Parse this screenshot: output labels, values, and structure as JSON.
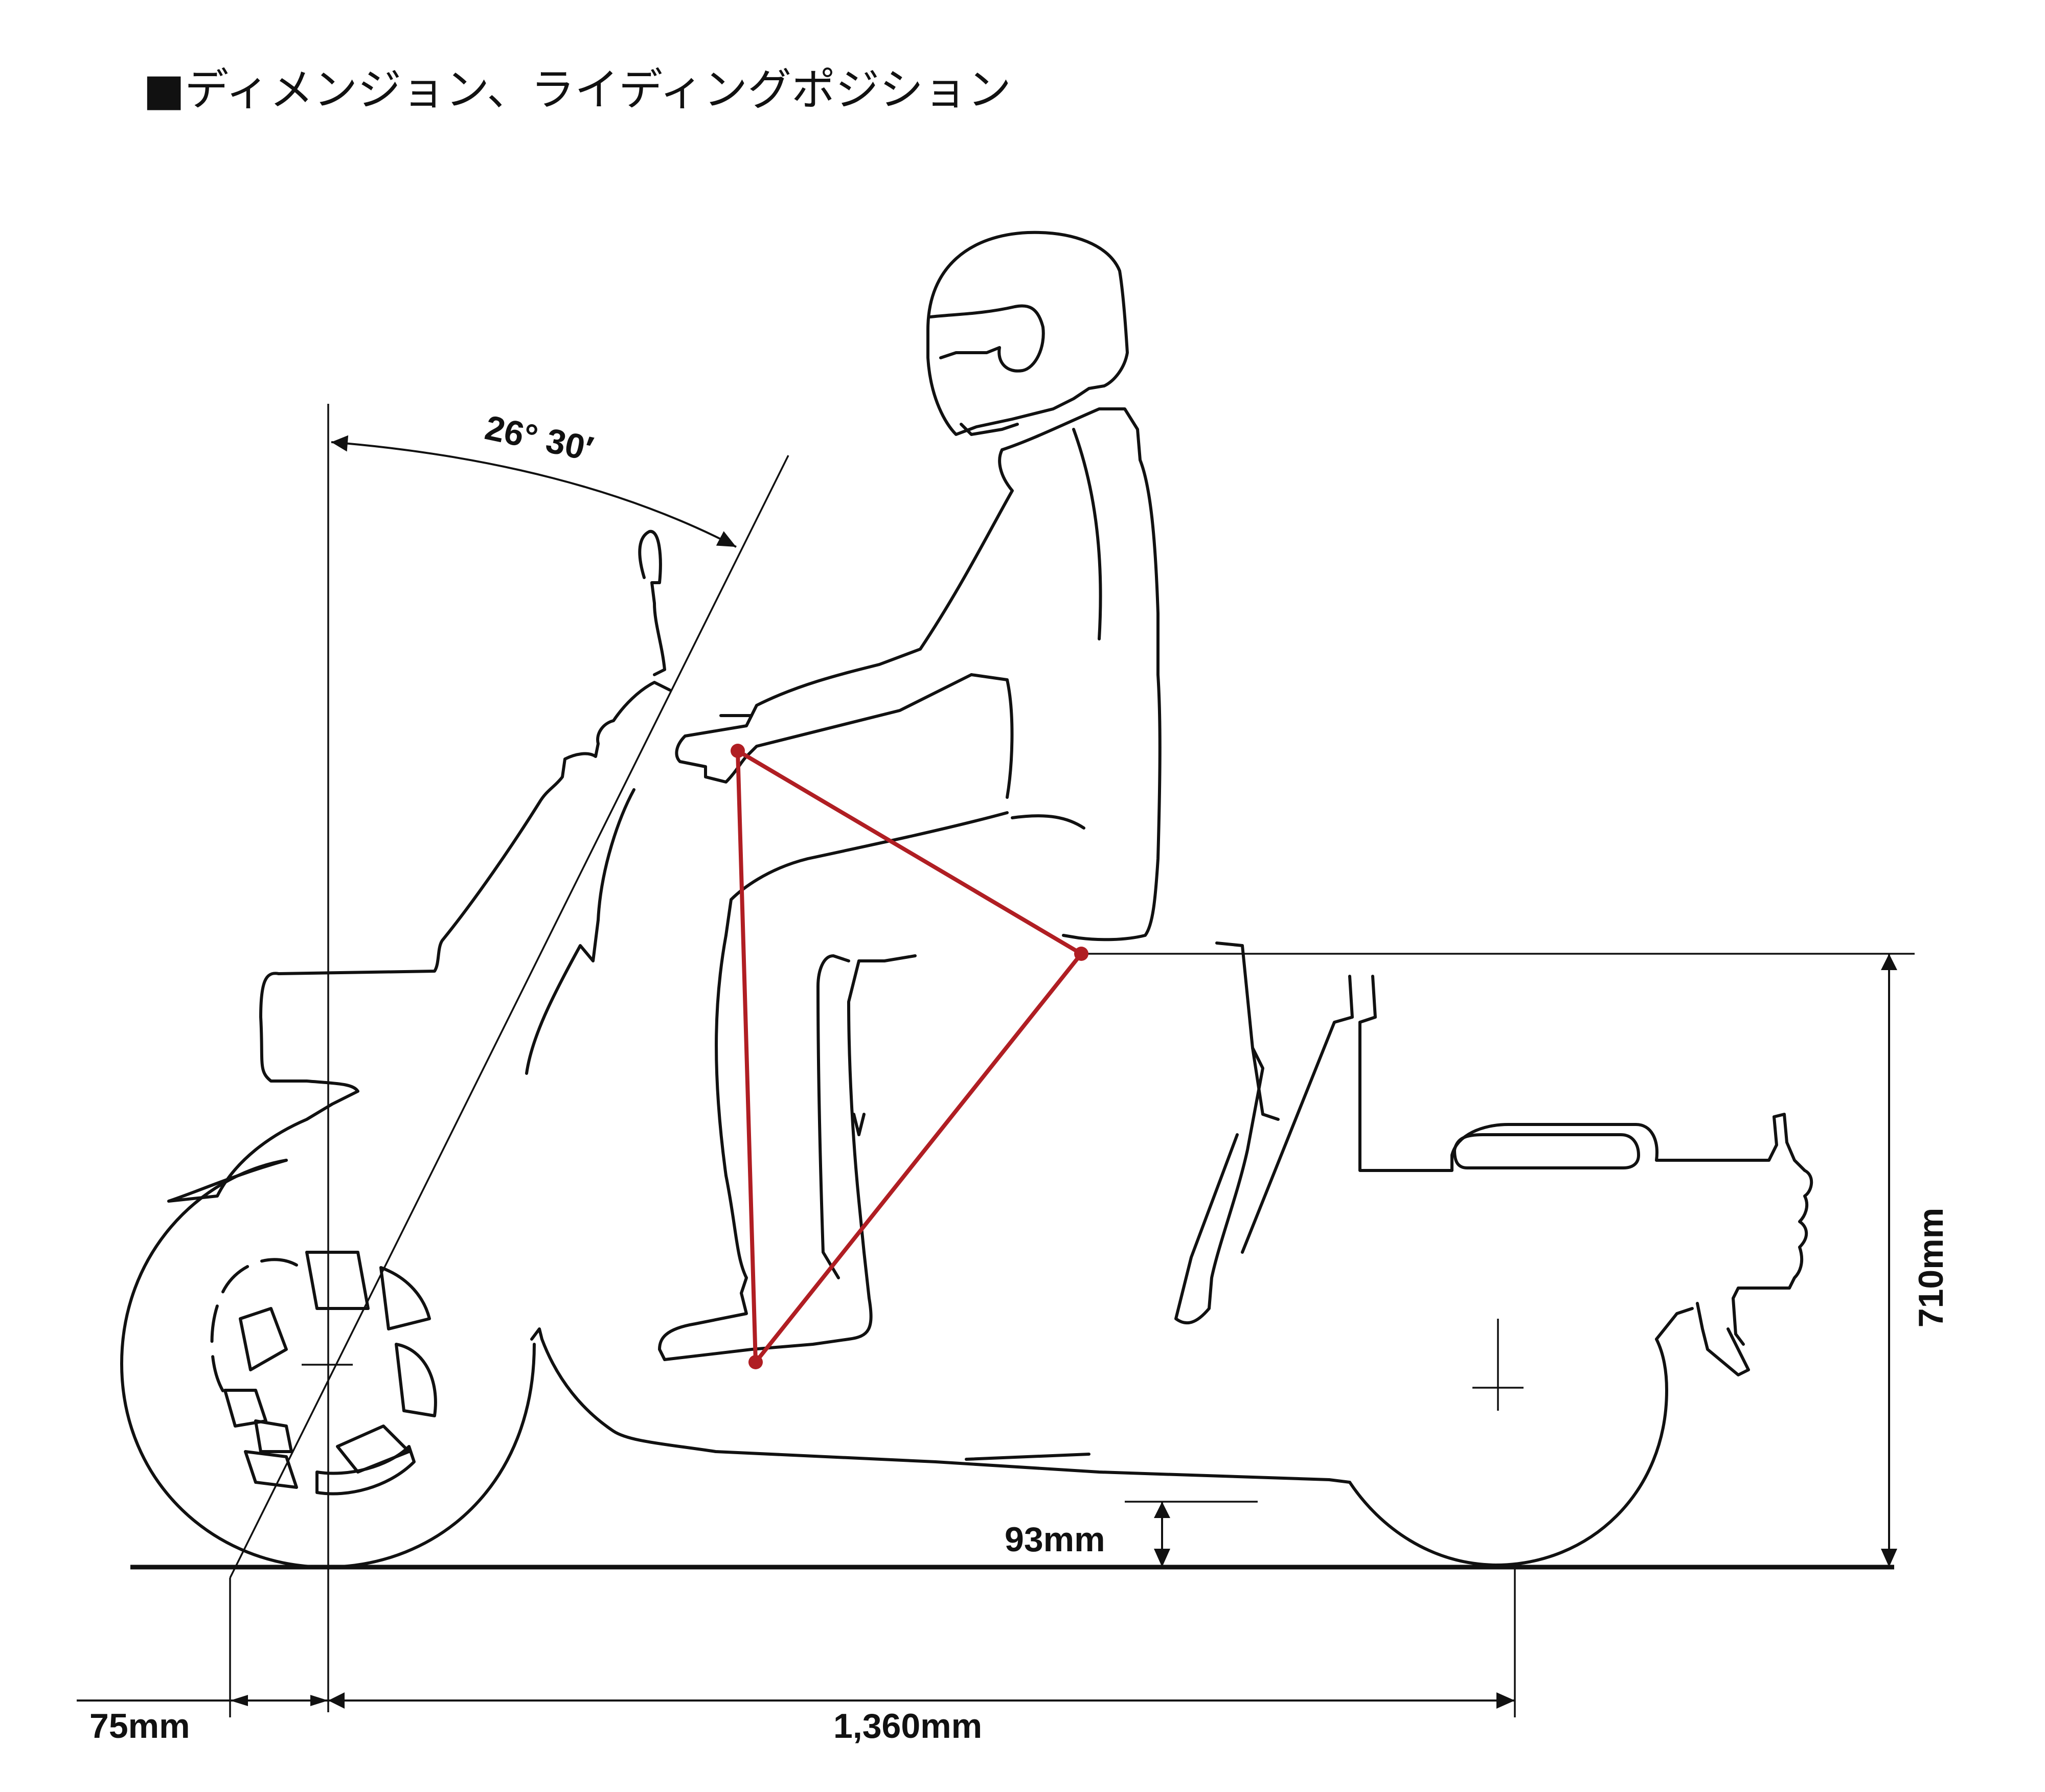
{
  "title": "ディメンジョン、ライディングポジション",
  "title_marker": "■",
  "dimensions": {
    "caster_angle": "26° 30′",
    "trail": "75mm",
    "wheelbase": "1,360mm",
    "ground_clearance": "93mm",
    "seat_height": "710mm"
  },
  "colors": {
    "line": "#111111",
    "triangle": "#b01e23",
    "background": "#ffffff"
  }
}
